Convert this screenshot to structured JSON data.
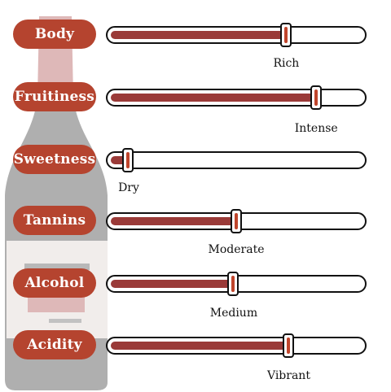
{
  "colors": {
    "pill": "#b5442f",
    "fill": "#9a3a38",
    "thumb_accent": "#c0452c",
    "outline": "#111111"
  },
  "attributes": [
    {
      "label": "Body",
      "level_text": "Rich",
      "value_pct": 70
    },
    {
      "label": "Fruitiness",
      "level_text": "Intense",
      "value_pct": 82
    },
    {
      "label": "Sweetness",
      "level_text": "Dry",
      "value_pct": 7
    },
    {
      "label": "Tannins",
      "level_text": "Moderate",
      "value_pct": 50
    },
    {
      "label": "Alcohol",
      "level_text": "Medium",
      "value_pct": 49
    },
    {
      "label": "Acidity",
      "level_text": "Vibrant",
      "value_pct": 71
    }
  ]
}
